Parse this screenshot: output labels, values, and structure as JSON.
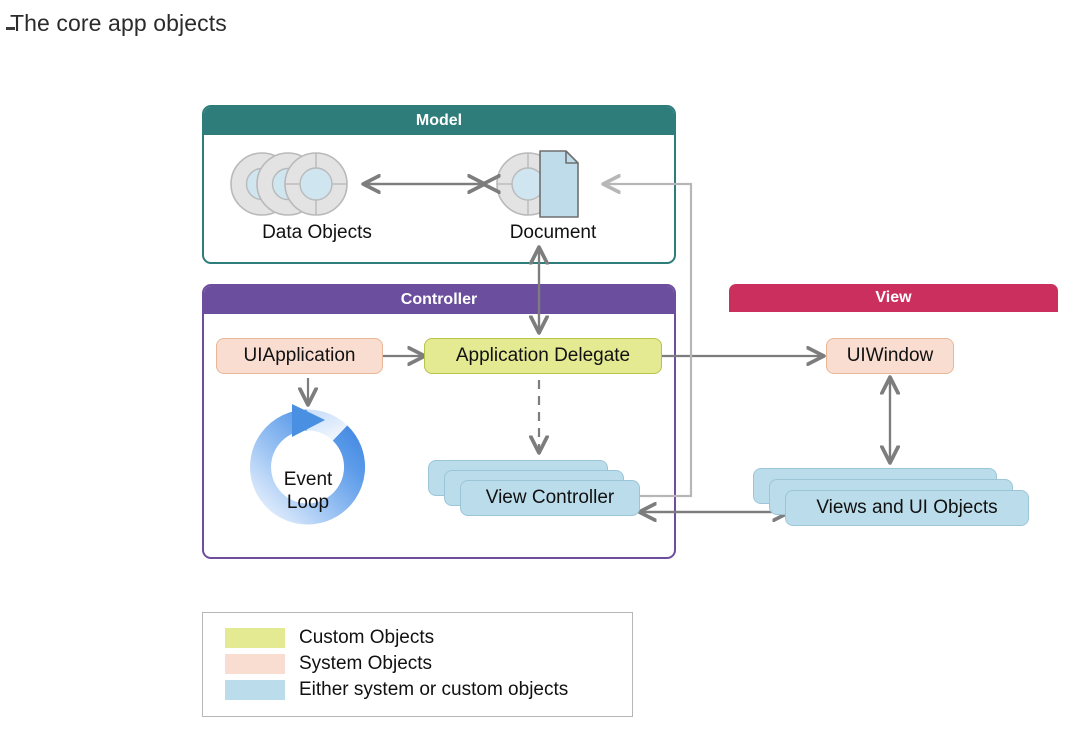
{
  "page": {
    "title": "The core app objects",
    "bullet": "dash-marker"
  },
  "groups": {
    "model": {
      "title": "Model",
      "color": "#2e7d7b",
      "nodes": [
        {
          "id": "data-objects",
          "label": "Data Objects",
          "icon": "disc-stack-icon",
          "kind": "either"
        },
        {
          "id": "document",
          "label": "Document",
          "icon": "document-icon",
          "kind": "either"
        }
      ]
    },
    "controller": {
      "title": "Controller",
      "color": "#6b4f9e",
      "nodes": [
        {
          "id": "uiapplication",
          "label": "UIApplication",
          "kind": "system"
        },
        {
          "id": "application-delegate",
          "label": "Application Delegate",
          "kind": "custom"
        },
        {
          "id": "event-loop",
          "label": "Event Loop",
          "line1": "Event",
          "line2": "Loop",
          "icon": "circular-arrow-icon"
        },
        {
          "id": "view-controller",
          "label": "View Controller",
          "kind": "either",
          "stacked": true
        }
      ]
    },
    "view": {
      "title": "View",
      "color": "#cb2f5d",
      "nodes": [
        {
          "id": "uiwindow",
          "label": "UIWindow",
          "kind": "system"
        },
        {
          "id": "views-and-ui-objects",
          "label": "Views and UI Objects",
          "kind": "either",
          "stacked": true
        }
      ]
    }
  },
  "legend": {
    "items": [
      {
        "label": "Custom Objects",
        "color": "#e4ea92"
      },
      {
        "label": "System Objects",
        "color": "#f8ddd0"
      },
      {
        "label": "Either system or custom objects",
        "color": "#bbdcea"
      }
    ]
  },
  "connections": [
    {
      "from": "data-objects",
      "to": "document",
      "style": "double-arrow"
    },
    {
      "from": "document",
      "to": "application-delegate",
      "style": "double-arrow"
    },
    {
      "from": "uiapplication",
      "to": "application-delegate",
      "style": "arrow"
    },
    {
      "from": "uiapplication",
      "to": "event-loop",
      "style": "arrow"
    },
    {
      "from": "application-delegate",
      "to": "view-controller",
      "style": "dashed-arrow"
    },
    {
      "from": "application-delegate",
      "to": "uiwindow",
      "style": "arrow"
    },
    {
      "from": "uiwindow",
      "to": "views-and-ui-objects",
      "style": "double-arrow"
    },
    {
      "from": "views-and-ui-objects",
      "to": "view-controller",
      "style": "double-arrow"
    },
    {
      "from": "view-controller",
      "to": "document",
      "style": "routed-arrow"
    }
  ],
  "palette": {
    "model_header": "#2e7d7b",
    "controller_header": "#6b4f9e",
    "view_header": "#cb2f5d",
    "custom_objects": "#e4ea92",
    "system_objects": "#f8ddd0",
    "either_objects": "#bbdcea",
    "arrow_gray": "#7d7d7d",
    "event_loop_blue": "#4a90e2"
  }
}
